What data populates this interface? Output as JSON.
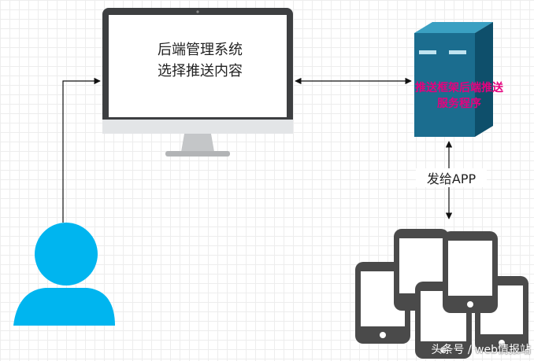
{
  "monitor": {
    "line1": "后端管理系统",
    "line2": "选择推送内容"
  },
  "server": {
    "line1": "推送框架后端推送",
    "line2": "服务程序"
  },
  "edges": {
    "server_to_phones": "发给APP"
  },
  "watermark": "头条号 / web情报站",
  "colors": {
    "server_label": "#e6007e",
    "server_body": "#1b6d8f",
    "user_icon": "#00b5ef",
    "phone_body": "#4a4a4a",
    "monitor_frame": "#3d3f41"
  },
  "icons": [
    "user-icon",
    "monitor-icon",
    "server-icon",
    "mobile-phones-icon"
  ]
}
